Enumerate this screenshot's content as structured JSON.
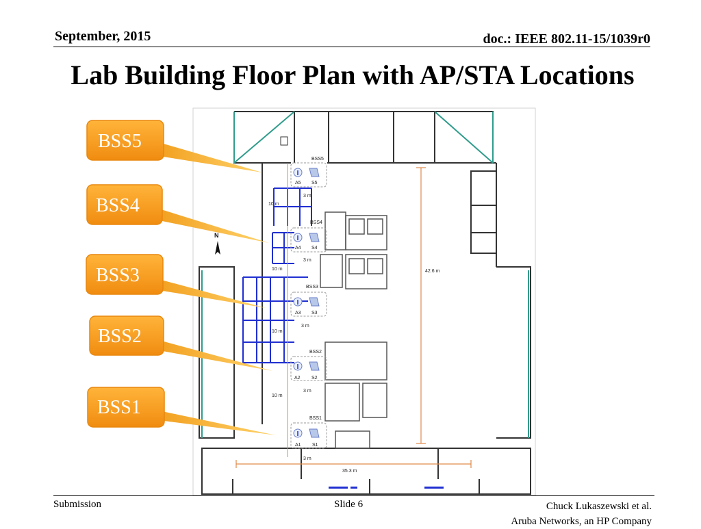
{
  "header": {
    "date": "September, 2015",
    "doc": "doc.: IEEE 802.11-15/1039r0"
  },
  "title": "Lab Building Floor Plan with AP/STA Locations",
  "footer": {
    "submission": "Submission",
    "slide": "Slide 6",
    "author": "Chuck Lukaszewski et al.",
    "company": "Aruba Networks, an HP Company"
  },
  "callouts": [
    "BSS5",
    "BSS4",
    "BSS3",
    "BSS2",
    "BSS1"
  ],
  "floorplan": {
    "compass": "N",
    "bss_groups": [
      {
        "label": "BSS5",
        "ap": "A5",
        "sta": "S5",
        "gap": "3 m"
      },
      {
        "label": "BSS4",
        "ap": "A4",
        "sta": "S4",
        "gap": "3 m"
      },
      {
        "label": "BSS3",
        "ap": "A3",
        "sta": "S3",
        "gap": "3 m"
      },
      {
        "label": "BSS2",
        "ap": "A2",
        "sta": "S2",
        "gap": "3 m"
      },
      {
        "label": "BSS1",
        "ap": "A1",
        "sta": "S1",
        "gap": "3 m"
      }
    ],
    "spacing_labels": [
      "10 m",
      "10 m",
      "10 m",
      "10 m"
    ],
    "height_label": "42.6 m",
    "width_label": "35.3 m"
  },
  "colors": {
    "callout_orange": "#f5a623",
    "callout_border": "#e8870e",
    "wall_blue": "#1f2fd1",
    "window_teal": "#2f9c8c",
    "dimension_line": "#e08a4a"
  }
}
